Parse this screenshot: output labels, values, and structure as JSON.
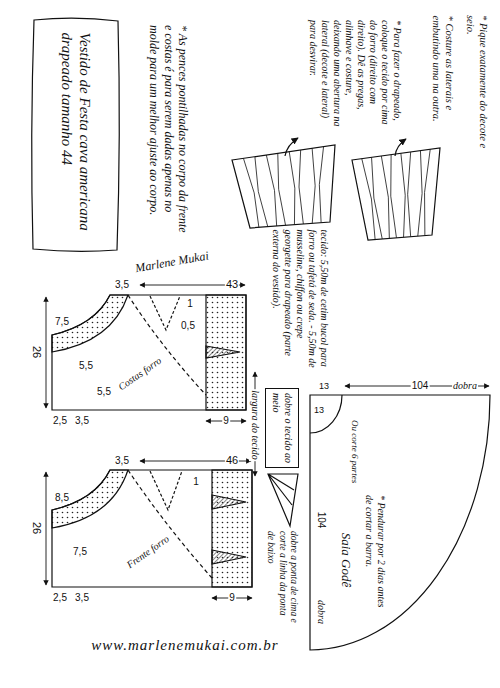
{
  "diagram": {
    "title": "Vestido de Festa cava americana drapeado tamanho 44",
    "nodes": [
      {
        "text": [
          "dobre o tecido ao meio"
        ]
      }
    ],
    "labels": [
      "* As pences pontilhadas no corpo da frente e costas é para serem dadas apenas no molde para um melhor ajuste ao corpo.",
      "Marlene Mukai",
      "* Para fazer o drapeado, coloque o tecido por cima do forro (direito com direito). Dê as pregas, alinhave e costure, deixando uma abertura na lateral (decote e lateral) para desvirar.",
      "* Costure as laterais e embutindo uma na outra.",
      "* Pique exatamente do decote e seio.",
      "26",
      "43",
      "3,5",
      "7,5",
      "5,5",
      "5,5",
      "1",
      "0,5",
      "Costas forro",
      "2,5",
      "3,5",
      "9",
      "26",
      "46",
      "8,5",
      "7,5",
      "3,5",
      "1",
      "Frente forro",
      "2,5",
      "3,5",
      "9",
      "tecido: 5,50m de cetim bucol para forro ou tafetá de seda. - 5,50m de musseline, chiffon ou crepe georgette para drapeado (parte externa do vestido).",
      "largura do tecido",
      "dobre a ponta de cima e corte a linha da ponta de baixo",
      "Ou corte 6 partes",
      "13",
      "13",
      "104",
      "104",
      "dobra",
      "dobra",
      "Saia Godê",
      "* Pendurar por 2 dias antes de cortar a barra.",
      "www.marlenemukai.com.br"
    ]
  }
}
